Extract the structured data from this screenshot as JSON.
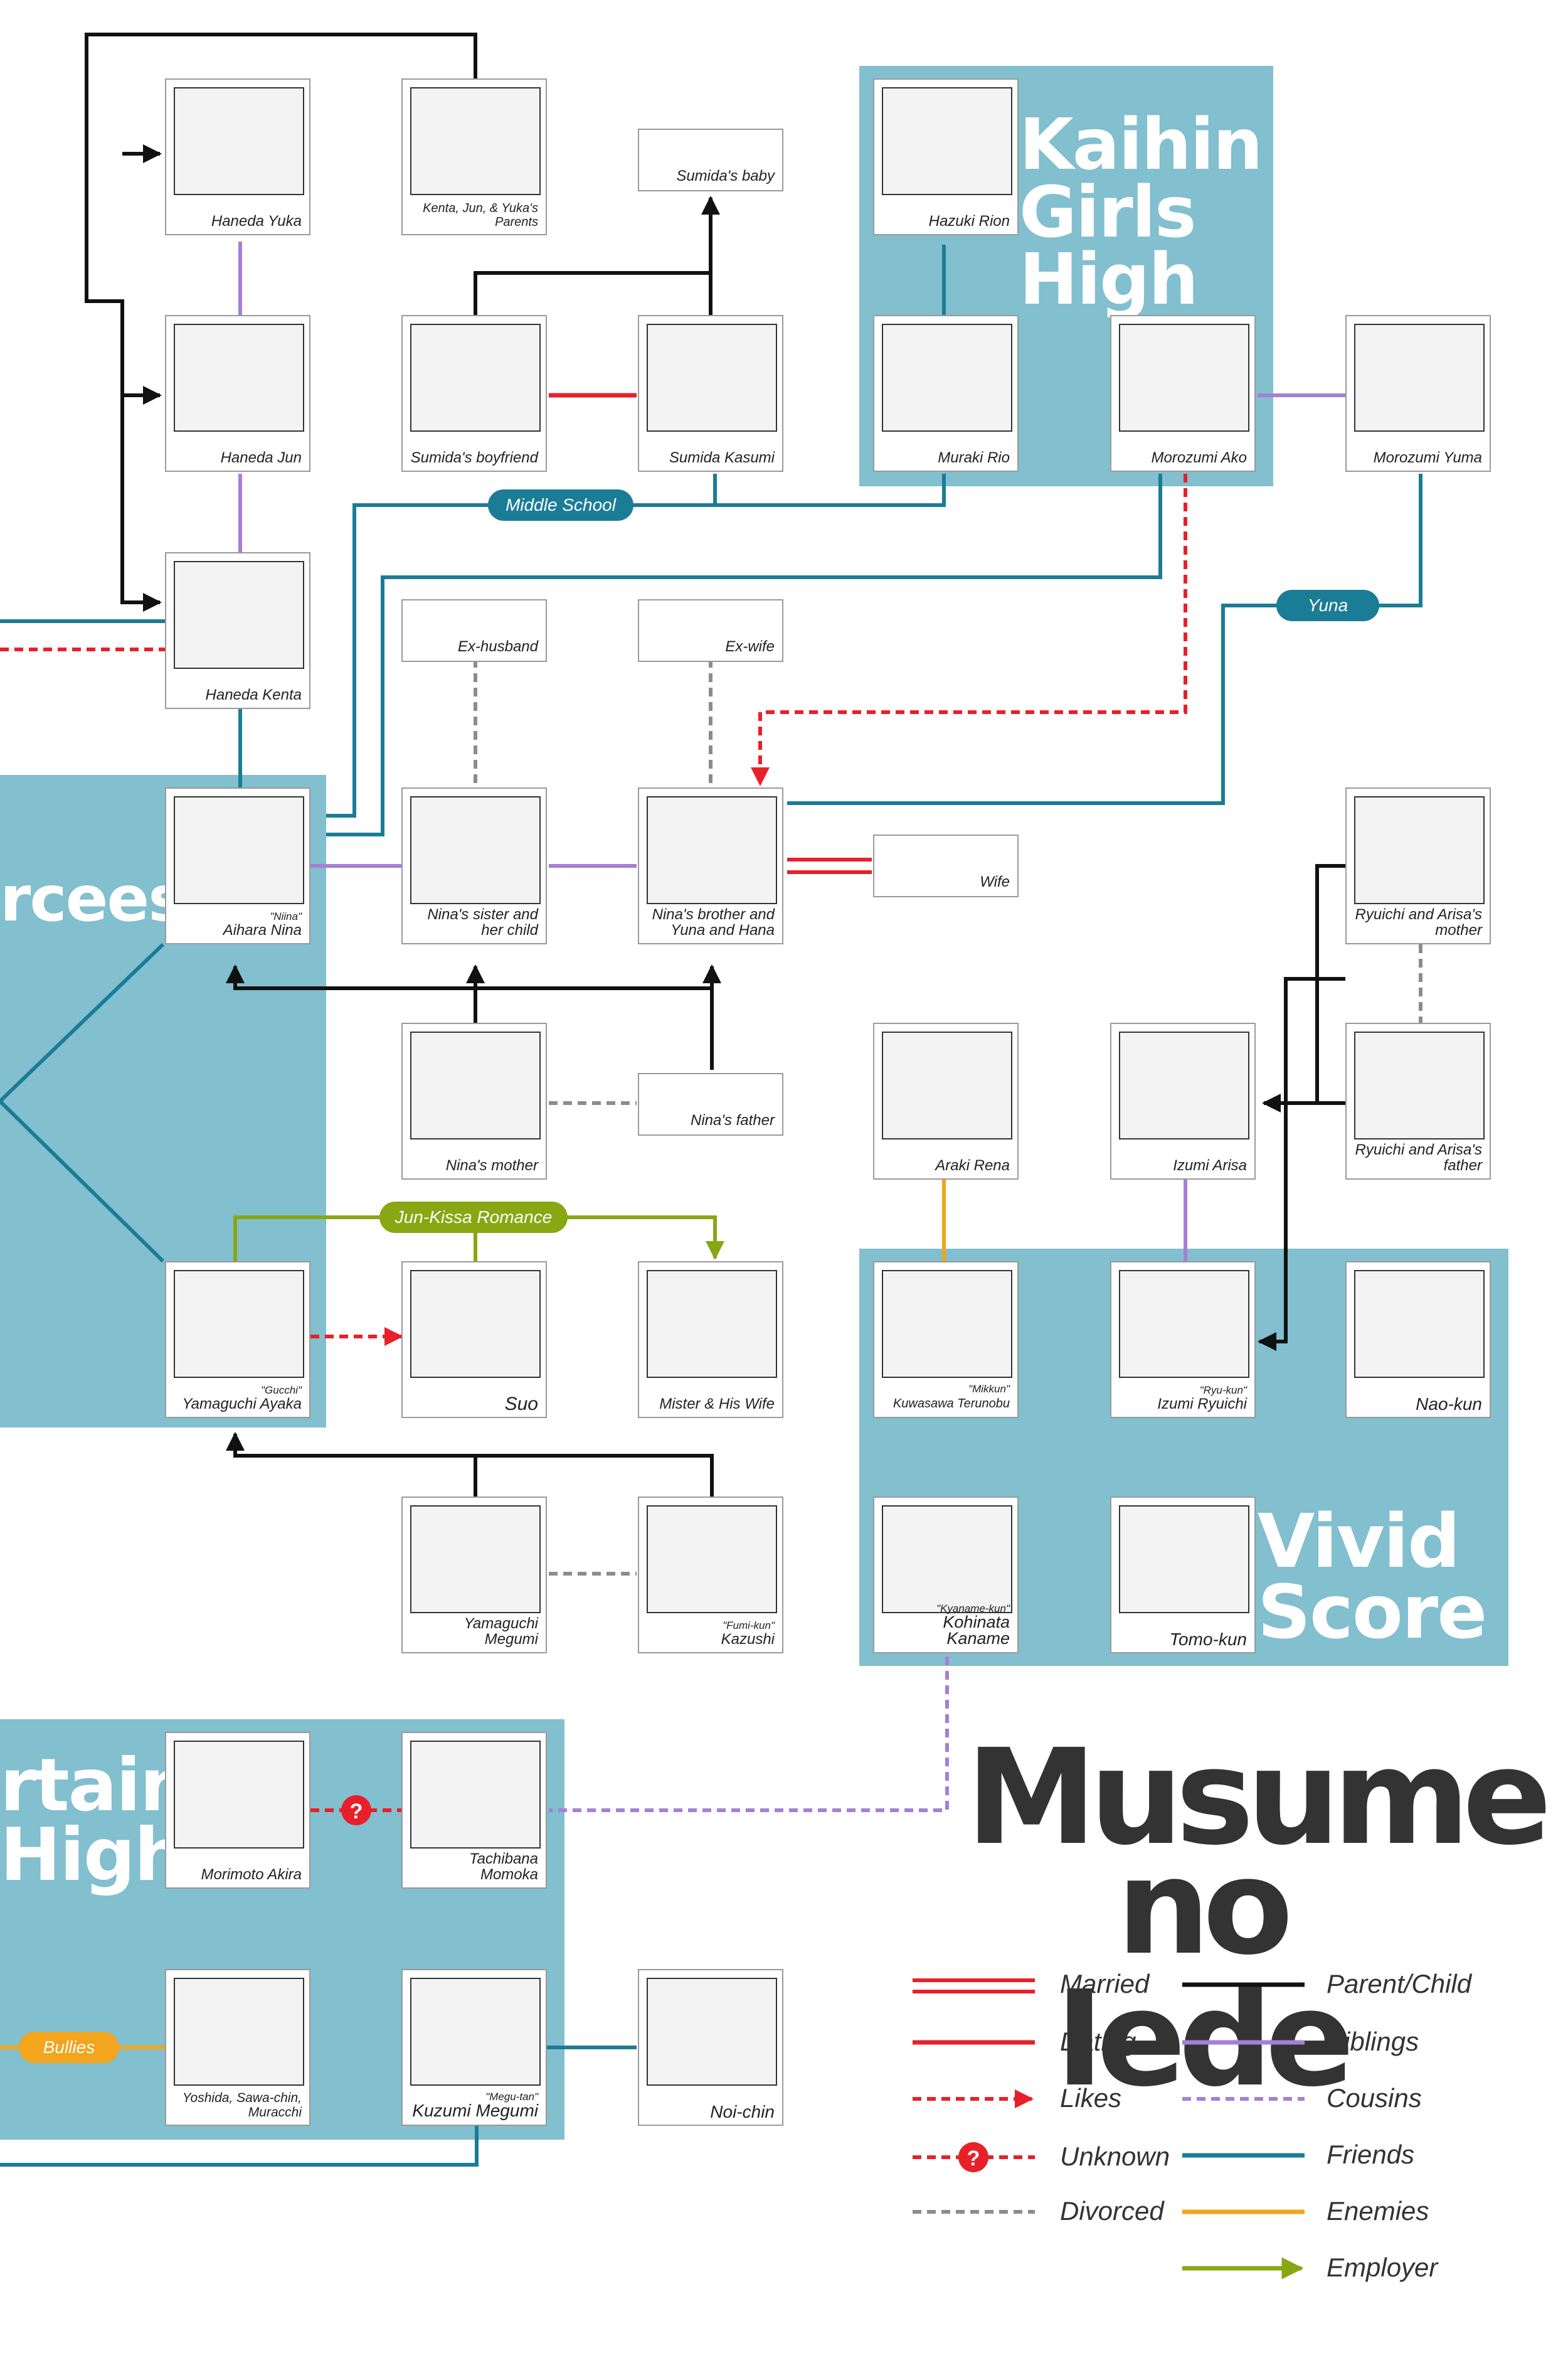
{
  "title": {
    "line1": "Musume",
    "line2": "no Iede"
  },
  "groups": [
    {
      "id": "kaihin",
      "title": "Kaihin\nGirls\nHigh"
    },
    {
      "id": "vivid",
      "title": "Vivid\nScore"
    },
    {
      "id": "divorcees",
      "title": "rcees"
    },
    {
      "id": "certain",
      "title": "rtain\nHigh"
    }
  ],
  "characters": {
    "haneda_yuka": {
      "name": "Haneda Yuka"
    },
    "parents": {
      "name": "Kenta, Jun, & Yuka's Parents"
    },
    "sumida_baby": {
      "name": "Sumida's baby"
    },
    "hazuki_rion": {
      "name": "Hazuki Rion"
    },
    "haneda_jun": {
      "name": "Haneda Jun"
    },
    "sumida_bf": {
      "name": "Sumida's boyfriend"
    },
    "sumida_kasumi": {
      "name": "Sumida Kasumi"
    },
    "muraki_rio": {
      "name": "Muraki Rio"
    },
    "morozumi_ako": {
      "name": "Morozumi Ako"
    },
    "morozumi_yuma": {
      "name": "Morozumi Yuma"
    },
    "haneda_kenta": {
      "name": "Haneda Kenta"
    },
    "ex_husband": {
      "name": "Ex-husband"
    },
    "ex_wife": {
      "name": "Ex-wife"
    },
    "aihara_nina": {
      "nick": "\"Niina\"",
      "name": "Aihara Nina"
    },
    "ninas_sister": {
      "name": "Nina's sister and her child"
    },
    "ninas_brother": {
      "name": "Nina's brother and Yuna and Hana"
    },
    "wife": {
      "name": "Wife"
    },
    "ryuichi_mother": {
      "name": "Ryuichi and Arisa's mother"
    },
    "ninas_mother": {
      "name": "Nina's mother"
    },
    "ninas_father": {
      "name": "Nina's father"
    },
    "araki_rena": {
      "name": "Araki Rena"
    },
    "izumi_arisa": {
      "name": "Izumi Arisa"
    },
    "ryuichi_father": {
      "name": "Ryuichi and Arisa's father"
    },
    "yamaguchi_ayaka": {
      "nick": "\"Gucchi\"",
      "name": "Yamaguchi Ayaka"
    },
    "suo": {
      "name": "Suo"
    },
    "mister": {
      "name": "Mister & His Wife"
    },
    "kuwasawa": {
      "nick": "\"Mikkun\"",
      "name": "Kuwasawa Terunobu"
    },
    "izumi_ryuichi": {
      "nick": "\"Ryu-kun\"",
      "name": "Izumi Ryuichi"
    },
    "nao_kun": {
      "name": "Nao-kun"
    },
    "yamaguchi_megumi": {
      "name": "Yamaguchi Megumi"
    },
    "kazushi": {
      "nick": "\"Fumi-kun\"",
      "name": "Kazushi"
    },
    "kohinata": {
      "nick": "\"Kyaname-kun\"",
      "name": "Kohinata Kaname"
    },
    "tomo_kun": {
      "name": "Tomo-kun"
    },
    "morimoto_akira": {
      "name": "Morimoto Akira"
    },
    "tachibana_momoka": {
      "name": "Tachibana Momoka"
    },
    "bullies": {
      "name": "Yoshida, Sawa-chin, Muracchi"
    },
    "kuzumi_megumi": {
      "nick": "\"Megu-tan\"",
      "name": "Kuzumi Megumi"
    },
    "noi_chin": {
      "name": "Noi-chin"
    }
  },
  "edge_labels": {
    "middle_school": "Middle School",
    "yuna": "Yuna",
    "jun_kissa": "Jun-Kissa Romance",
    "bullies": "Bullies"
  },
  "colors": {
    "group_bg": "#82bfcf",
    "married": "#e8202a",
    "dating": "#e8202a",
    "likes": "#e8202a",
    "unknown": "#e8202a",
    "divorced": "#8c8c8c",
    "parent_child": "#111111",
    "siblings": "#a67fd6",
    "cousins": "#a67fd6",
    "friends": "#1b7c96",
    "enemies": "#f2a51d",
    "employer": "#88a713"
  },
  "legend": {
    "married": "Married",
    "dating": "Dating",
    "likes": "Likes",
    "unknown": "Unknown",
    "divorced": "Divorced",
    "parent_child": "Parent/Child",
    "siblings": "Siblings",
    "cousins": "Cousins",
    "friends": "Friends",
    "enemies": "Enemies",
    "employer": "Employer",
    "unknown_mark": "?"
  }
}
